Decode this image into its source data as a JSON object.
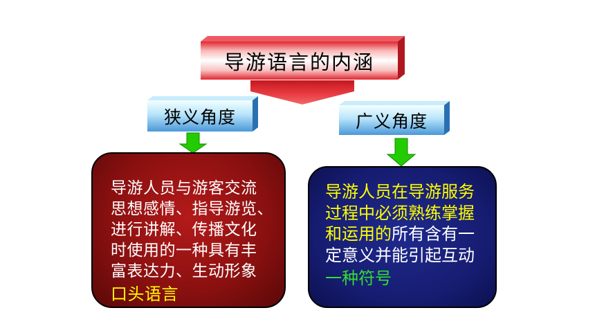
{
  "title": "导游语言的内涵",
  "narrow": {
    "label": "狭义角度",
    "lines": [
      "导游人员与游客交流",
      "思想感情、指导游览、",
      "进行讲解、传播文化",
      "时使用的一种具有丰",
      "富表达力、生动形象"
    ],
    "highlight": "口头语言"
  },
  "broad": {
    "label": "广义角度",
    "lines_yellow": [
      "导游人员在导游服务",
      "过程中必须熟练掌握"
    ],
    "mixed_line": {
      "yellow": "和运用的",
      "white": "所有含有一"
    },
    "line_white": "定意义并能引起互动",
    "highlight": "一种符号"
  },
  "colors": {
    "title_box": "#e02830",
    "label_box": "#4a98d8",
    "narrow_box": "#8a1010",
    "broad_box": "#161c70",
    "arrow_red": "#d82028",
    "arrow_green": "#22cc00",
    "highlight_yellow": "#ffff00",
    "highlight_green": "#33dd33"
  }
}
